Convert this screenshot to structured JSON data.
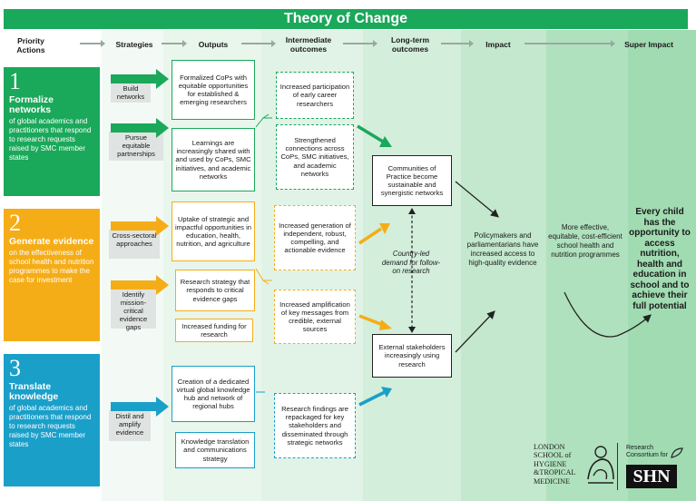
{
  "title": "Theory of Change",
  "headers": {
    "priority_actions": "Priority Actions",
    "strategies": "Strategies",
    "outputs": "Outputs",
    "intermediate": "Intermediate outcomes",
    "longterm": "Long-term outcomes",
    "impact": "Impact",
    "super_impact": "Super Impact"
  },
  "priority_actions": [
    {
      "num": "1",
      "title": "Formalize networks",
      "desc": "of global academics and practitioners that respond to research requests raised by SMC member states",
      "color": "#1aa85a"
    },
    {
      "num": "2",
      "title": "Generate evidence",
      "desc": "on the effectiveness of school health and nutrition programmes to make the case for investment",
      "color": "#f5ad17"
    },
    {
      "num": "3",
      "title": "Translate knowledge",
      "desc": "of global academics and practitioners that respond to research requests raised by SMC member states",
      "color": "#1a9fc9"
    }
  ],
  "strategies": [
    "Build networks",
    "Pursue equitable partnerships",
    "Cross-sectoral approaches",
    "Identify mission-critical evidence gaps",
    "Distil and amplify evidence"
  ],
  "outputs": [
    "Formalized CoPs with equitable opportunities for established & emerging researchers",
    "Learnings are increasingly shared with and used by CoPs, SMC initiatives, and academic networks",
    "Uptake of strategic and impactful opportunities in education, health, nutrition, and agriculture",
    "Research strategy that responds to critical evidence gaps",
    "Increased funding for research",
    "Creation of a dedicated virtual global knowledge hub and network of regional hubs",
    "Knowledge translation and communications strategy"
  ],
  "intermediate": [
    "Increased participation of early career researchers",
    "Strengthened connections across CoPs, SMC initiatives, and academic networks",
    "Increased generation of independent, robust, compelling, and actionable evidence",
    "Increased amplification of key messages from credible, external sources",
    "Research findings are repackaged for key stakeholders and disseminated through strategic networks"
  ],
  "longterm": [
    "Communities of Practice become sustainable and synergistic networks",
    "External stakeholders increasingly using research"
  ],
  "country_led": "Country-led demand for follow-on research",
  "impact": "Policymakers and parliamentarians have increased access to high-quality evidence",
  "impact2": "More effective, equitable, cost-efficient school health and nutrition programmes",
  "super_impact": "Every child has the opportunity to access nutrition, health and education in school and to achieve their full potential",
  "logos": {
    "lshtm_lines": [
      "LONDON",
      "SCHOOL of",
      "HYGIENE",
      "&TROPICAL",
      "MEDICINE"
    ],
    "rc_small": "Research Consortium for",
    "rc_big": "SHN"
  },
  "colors": {
    "green": "#1aa85a",
    "orange": "#f5ad17",
    "blue": "#1a9fc9"
  }
}
